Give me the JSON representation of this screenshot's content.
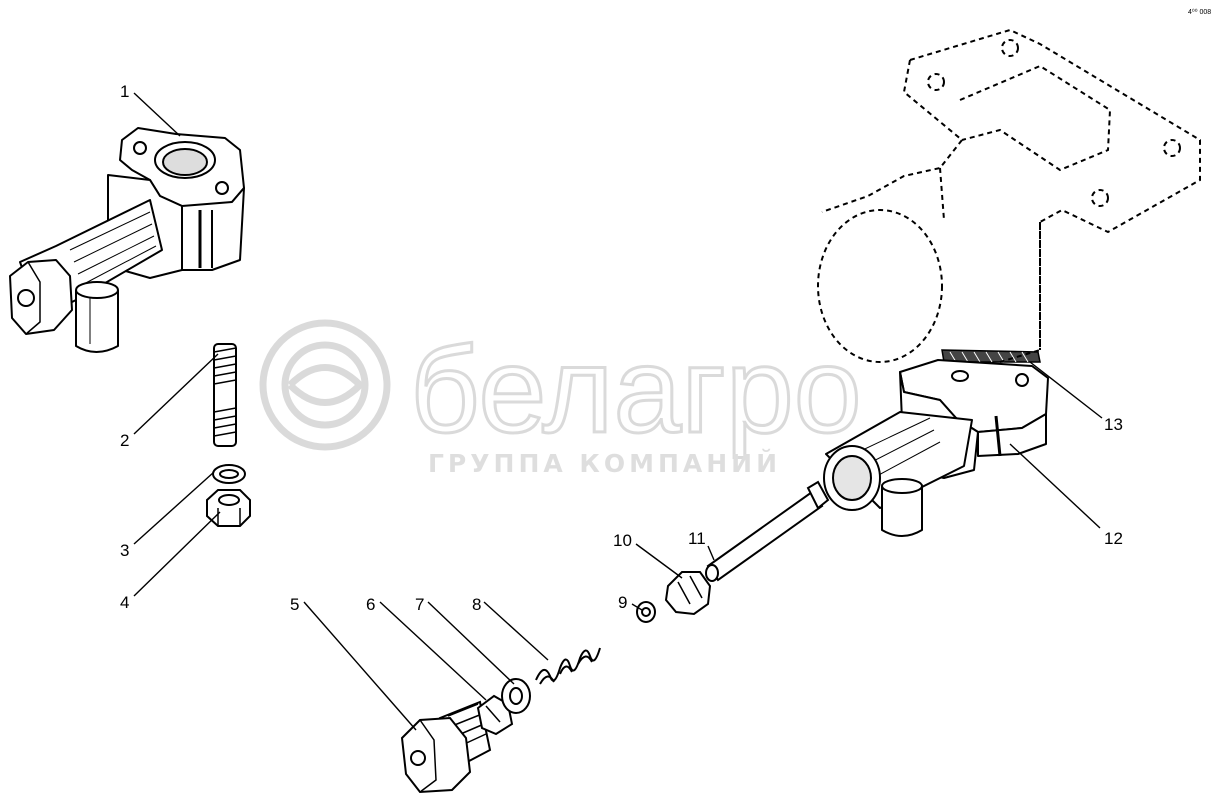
{
  "drawing_code": "4⁰⁰ 008",
  "watermark": {
    "brand": "белагро",
    "subtitle": "ГРУППА КОМПАНИЙ"
  },
  "callouts": [
    "1",
    "2",
    "3",
    "4",
    "5",
    "6",
    "7",
    "8",
    "9",
    "10",
    "11",
    "12",
    "13"
  ],
  "colors": {
    "line": "#000000",
    "paper": "#ffffff",
    "watermark": "#c8c8c8"
  }
}
